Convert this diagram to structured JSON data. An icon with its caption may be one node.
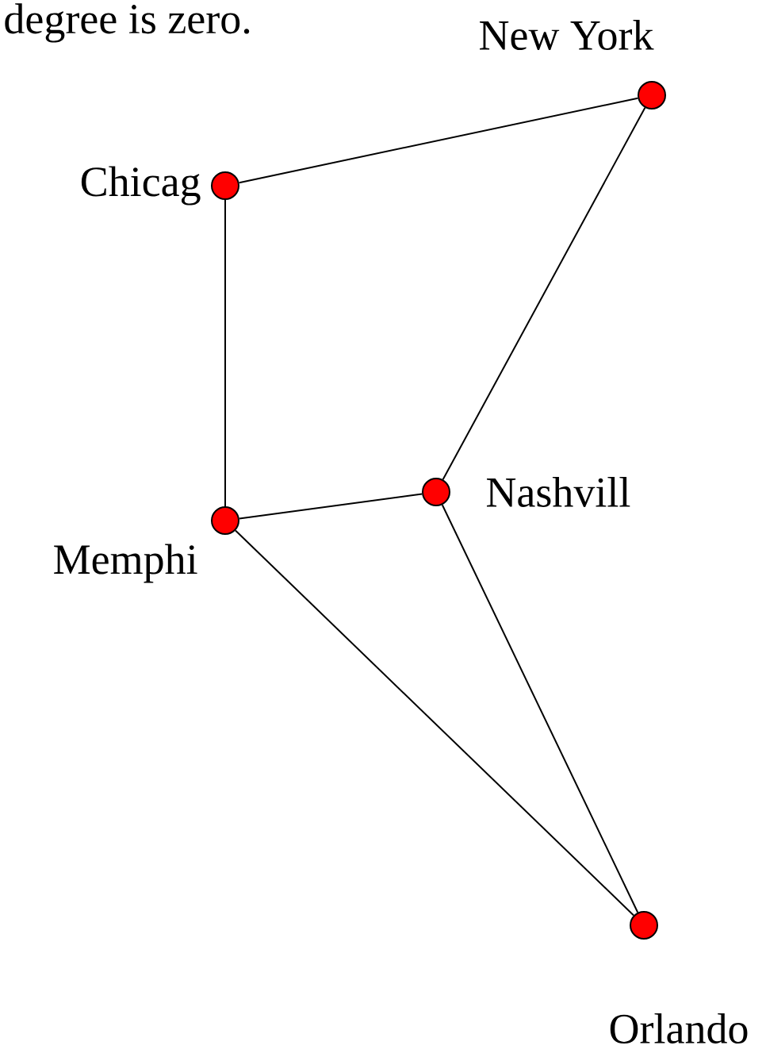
{
  "diagram": {
    "nodes": [
      {
        "text": [],
        "shape": "circle",
        "beside": [
          "New York"
        ]
      },
      {
        "text": [],
        "shape": "circle",
        "beside": [
          "Chicag"
        ]
      },
      {
        "text": [],
        "shape": "circle",
        "beside": [
          "Memphi"
        ]
      },
      {
        "text": [],
        "shape": "circle",
        "beside": [
          "Nashvill"
        ]
      },
      {
        "text": [],
        "shape": "circle",
        "beside": [
          "Orlando"
        ]
      }
    ],
    "edges": [
      {
        "from": 1,
        "to": 0,
        "arrow": "none"
      },
      {
        "from": 0,
        "to": 3,
        "arrow": "none"
      },
      {
        "from": 1,
        "to": 2,
        "arrow": "none"
      },
      {
        "from": 2,
        "to": 3,
        "arrow": "none"
      },
      {
        "from": 2,
        "to": 4,
        "arrow": "none"
      },
      {
        "from": 3,
        "to": 4,
        "arrow": "none"
      }
    ],
    "labels": [
      "degree is zero."
    ]
  }
}
